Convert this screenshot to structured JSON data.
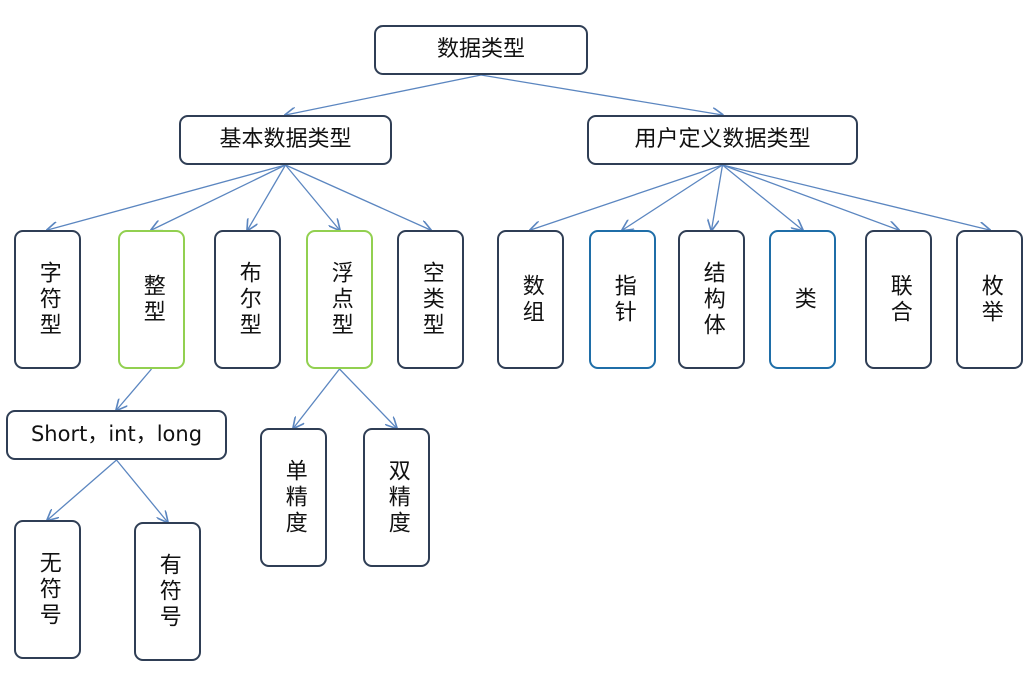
{
  "diagram": {
    "root": {
      "label": "数据类型"
    },
    "basic": {
      "label": "基本数据类型"
    },
    "user": {
      "label": "用户定义数据类型"
    },
    "basic_children": {
      "char": "字符型",
      "integer": "整型",
      "bool": "布尔型",
      "float": "浮点型",
      "void": "空类型"
    },
    "user_children": {
      "array": "数组",
      "pointer": "指针",
      "struct": "结构体",
      "class": "类",
      "union": "联合",
      "enum": "枚举"
    },
    "integer_kinds": {
      "label": "Short，int，long"
    },
    "signedness": {
      "unsigned": "无符号",
      "signed": "有符号"
    },
    "precision": {
      "single": "单精度",
      "double": "双精度"
    },
    "colors": {
      "border": "#2f3e55",
      "highlight_green": "#92d050",
      "highlight_blue": "#1f6ea8",
      "edge": "#5b86c0"
    },
    "edges": [
      [
        "root",
        "basic"
      ],
      [
        "root",
        "user"
      ],
      [
        "basic",
        "char"
      ],
      [
        "basic",
        "integer"
      ],
      [
        "basic",
        "bool"
      ],
      [
        "basic",
        "float"
      ],
      [
        "basic",
        "void"
      ],
      [
        "user",
        "array"
      ],
      [
        "user",
        "pointer"
      ],
      [
        "user",
        "struct"
      ],
      [
        "user",
        "class"
      ],
      [
        "user",
        "union"
      ],
      [
        "user",
        "enum"
      ],
      [
        "integer",
        "integer_kinds"
      ],
      [
        "integer_kinds",
        "unsigned"
      ],
      [
        "integer_kinds",
        "signed"
      ],
      [
        "float",
        "single"
      ],
      [
        "float",
        "double"
      ]
    ]
  }
}
